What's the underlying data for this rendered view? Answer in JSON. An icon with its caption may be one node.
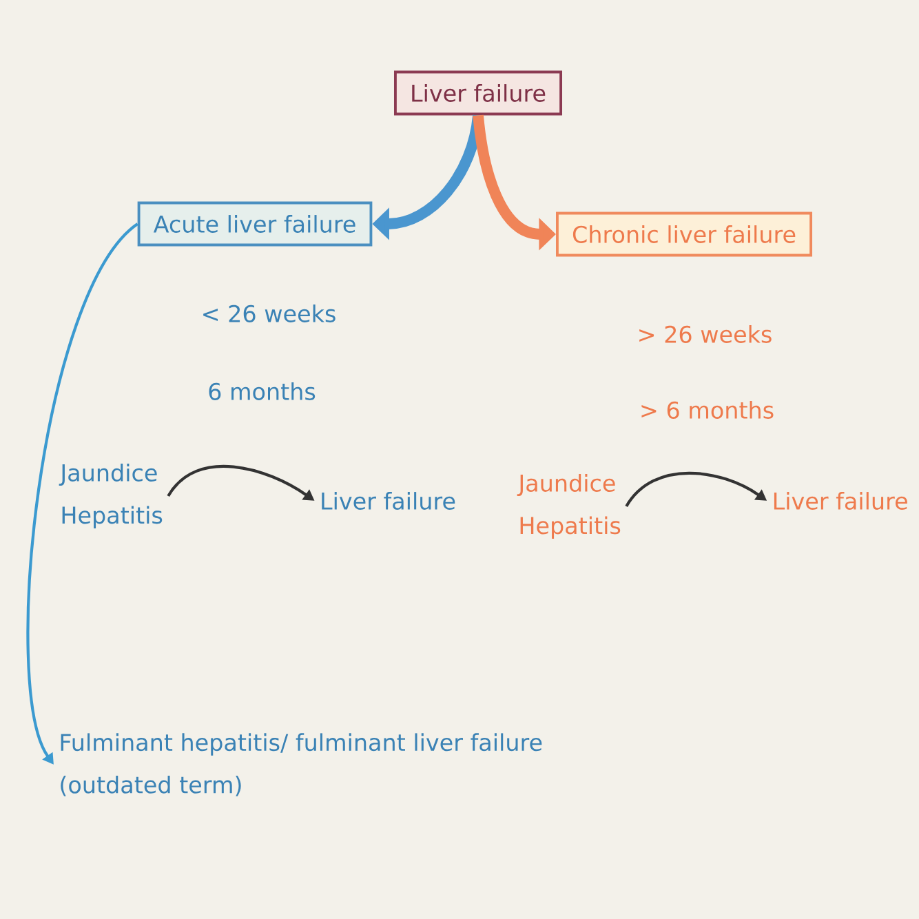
{
  "diagram": {
    "nodes": [
      {
        "text": [
          "Liver failure"
        ]
      },
      {
        "text": [
          "Acute liver failure"
        ]
      },
      {
        "text": [
          "Chronic liver failure"
        ]
      },
      {
        "text": [
          "Jaundice",
          "Hepatitis"
        ]
      },
      {
        "text": [
          "Liver failure"
        ]
      },
      {
        "text": [
          "Jaundice",
          "Hepatitis"
        ]
      },
      {
        "text": [
          "Liver failure"
        ]
      },
      {
        "text": [
          "Fulminant hepatitis/ fulminant liver failure",
          "(outdated term)"
        ]
      }
    ],
    "edges": [
      {
        "from": 0,
        "to": 1,
        "arrow": "to",
        "style": "thick",
        "color": "#4a96cf"
      },
      {
        "from": 0,
        "to": 2,
        "arrow": "to",
        "style": "thick",
        "color": "#f08458"
      },
      {
        "from": 3,
        "to": 4,
        "arrow": "to"
      },
      {
        "from": 5,
        "to": 6,
        "arrow": "to"
      },
      {
        "from": 1,
        "to": 7,
        "arrow": "to",
        "color": "#3b9ad0"
      }
    ],
    "labels": [
      "< 26 weeks",
      "6 months",
      "> 26 weeks",
      "> 6 months"
    ]
  }
}
